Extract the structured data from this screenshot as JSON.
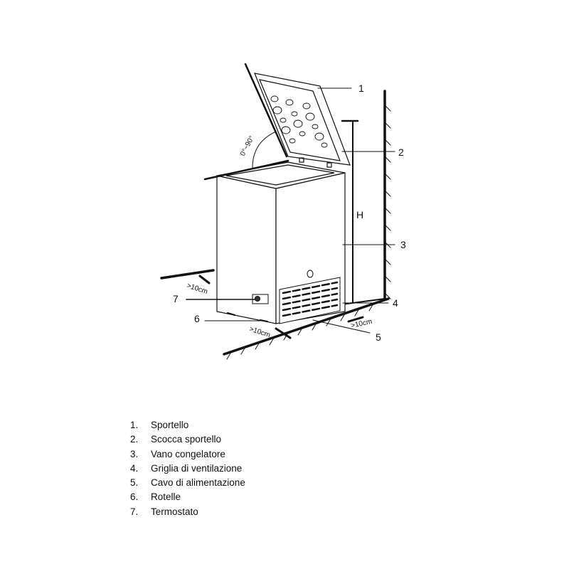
{
  "diagram": {
    "callouts": [
      "1",
      "2",
      "3",
      "4",
      "5",
      "6",
      "7"
    ],
    "height_label": "H",
    "angle_label": "0°~90°",
    "clearance_label": ">10cm"
  },
  "legend": [
    {
      "num": "1.",
      "text": "Sportello"
    },
    {
      "num": "2.",
      "text": "Scocca sportello"
    },
    {
      "num": "3.",
      "text": "Vano congelatore"
    },
    {
      "num": "4.",
      "text": "Griglia di ventilazione"
    },
    {
      "num": "5.",
      "text": "Cavo di alimentazione"
    },
    {
      "num": "6.",
      "text": "Rotelle"
    },
    {
      "num": "7.",
      "text": "Termostato"
    }
  ]
}
